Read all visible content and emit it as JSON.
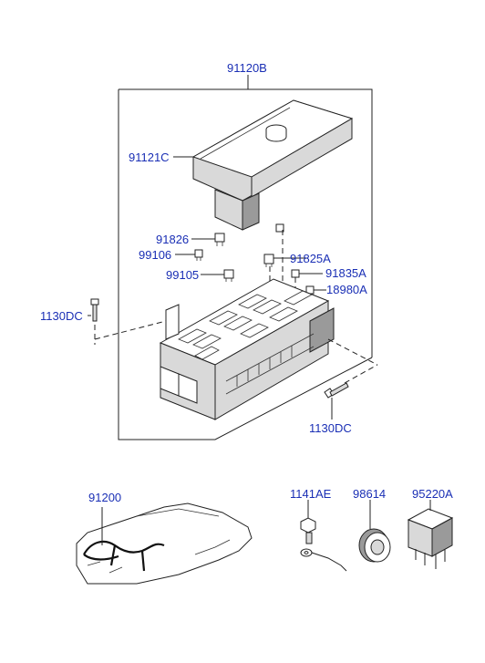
{
  "labels": {
    "p91120B": "91120B",
    "p91121C": "91121C",
    "p91826": "91826",
    "p99106": "99106",
    "p91825A": "91825A",
    "p99105": "99105",
    "p91835A": "91835A",
    "p18980A": "18980A",
    "p1130DC_left": "1130DC",
    "p1130DC_bottom": "1130DC",
    "p91200": "91200",
    "p1141AE": "1141AE",
    "p98614": "98614",
    "p95220A": "95220A"
  }
}
